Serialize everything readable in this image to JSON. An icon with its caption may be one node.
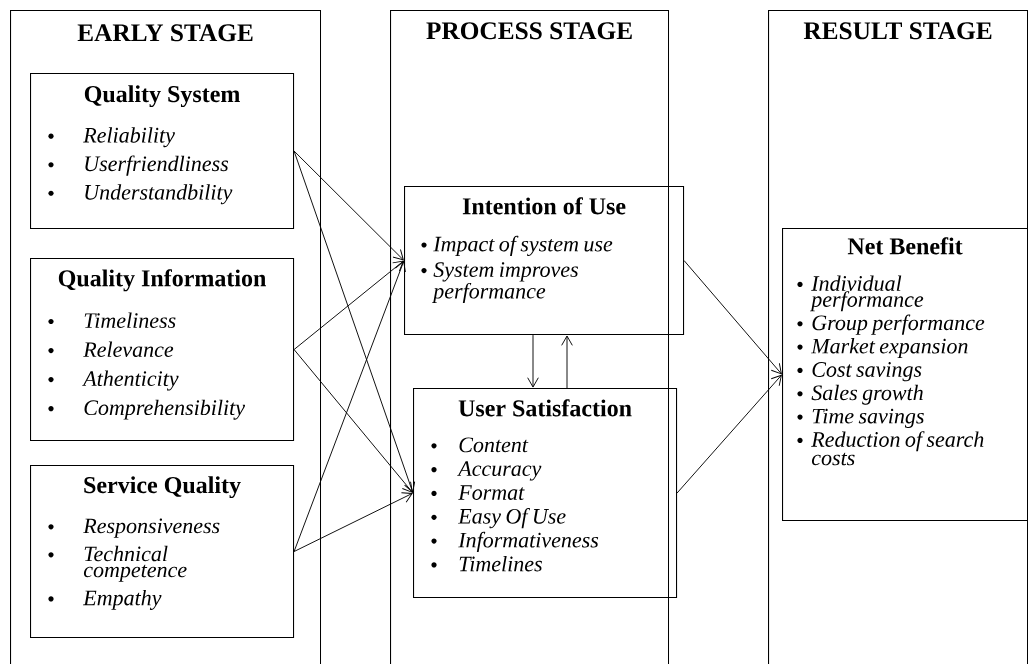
{
  "diagram": {
    "nodes": [
      {
        "text": [
          "EARLY STAGE"
        ]
      },
      {
        "text": [
          "Quality System",
          "Reliability",
          "Userfriendliness",
          "Understandbility"
        ],
        "in": 0
      },
      {
        "text": [
          "Quality Information",
          "Timeliness",
          "Relevance",
          "Athenticity",
          "Comprehensibility"
        ],
        "in": 0
      },
      {
        "text": [
          "Service Quality",
          "Responsiveness",
          "Technical competence",
          "Empathy"
        ],
        "in": 0
      },
      {
        "text": [
          "PROCESS STAGE"
        ]
      },
      {
        "text": [
          "Intention of Use",
          "Impact of system use",
          "System improves performance"
        ],
        "in": 4
      },
      {
        "text": [
          "User Satisfaction",
          "Content",
          "Accuracy",
          "Format",
          "Easy Of Use",
          "Informativeness",
          "Timelines"
        ],
        "in": 4
      },
      {
        "text": [
          "RESULT STAGE"
        ]
      },
      {
        "text": [
          "Net Benefit",
          "Individual performance",
          "Group performance",
          "Market expansion",
          "Cost savings",
          "Sales growth",
          "Time savings",
          "Reduction of search costs"
        ],
        "in": 7
      }
    ],
    "edges": [
      {
        "from": 1,
        "to": 5,
        "arrow": "to"
      },
      {
        "from": 1,
        "to": 6,
        "arrow": "to"
      },
      {
        "from": 2,
        "to": 5,
        "arrow": "to"
      },
      {
        "from": 2,
        "to": 6,
        "arrow": "to"
      },
      {
        "from": 3,
        "to": 5,
        "arrow": "to"
      },
      {
        "from": 3,
        "to": 6,
        "arrow": "to"
      },
      {
        "from": 5,
        "to": 6,
        "arrow": "to"
      },
      {
        "from": 6,
        "to": 5,
        "arrow": "to"
      },
      {
        "from": 5,
        "to": 8,
        "arrow": "to"
      },
      {
        "from": 6,
        "to": 8,
        "arrow": "to"
      }
    ]
  }
}
